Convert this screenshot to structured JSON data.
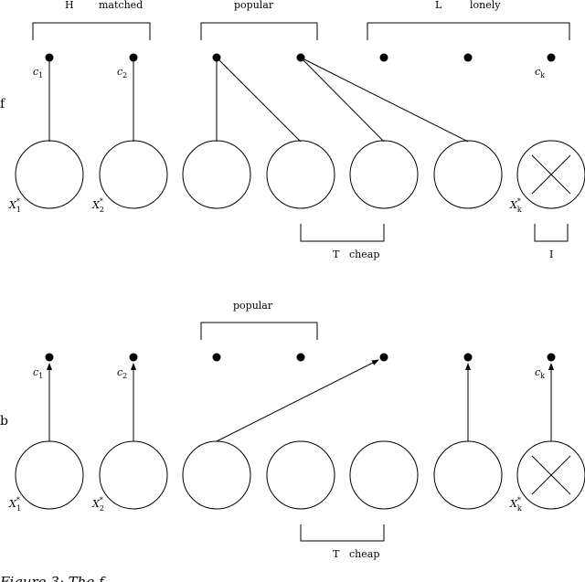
{
  "top_panel": {
    "side_label": "f",
    "group_labels": {
      "h": "H",
      "matched": "matched",
      "popular": "popular",
      "l": "L",
      "lonely": "lonely"
    },
    "node_labels": [
      "c",
      "c",
      "c"
    ],
    "node_subscripts": [
      "1",
      "2",
      "k"
    ],
    "circle_labels": [
      "X",
      "X",
      "X"
    ],
    "circle_subscripts": [
      "1",
      "2",
      "k"
    ],
    "circle_superscript": "*",
    "bottom_group_labels": {
      "t": "T",
      "cheap": "cheap",
      "i": "I"
    }
  },
  "bottom_panel": {
    "side_label": "b",
    "group_labels": {
      "popular": "popular"
    },
    "node_labels": [
      "c",
      "c",
      "c"
    ],
    "node_subscripts": [
      "1",
      "2",
      "k"
    ],
    "circle_labels": [
      "X",
      "X",
      "X"
    ],
    "circle_subscripts": [
      "1",
      "2",
      "k"
    ],
    "circle_superscript": "*",
    "bottom_group_labels": {
      "t": "T",
      "cheap": "cheap"
    }
  },
  "caption": "Figure 3: The f"
}
